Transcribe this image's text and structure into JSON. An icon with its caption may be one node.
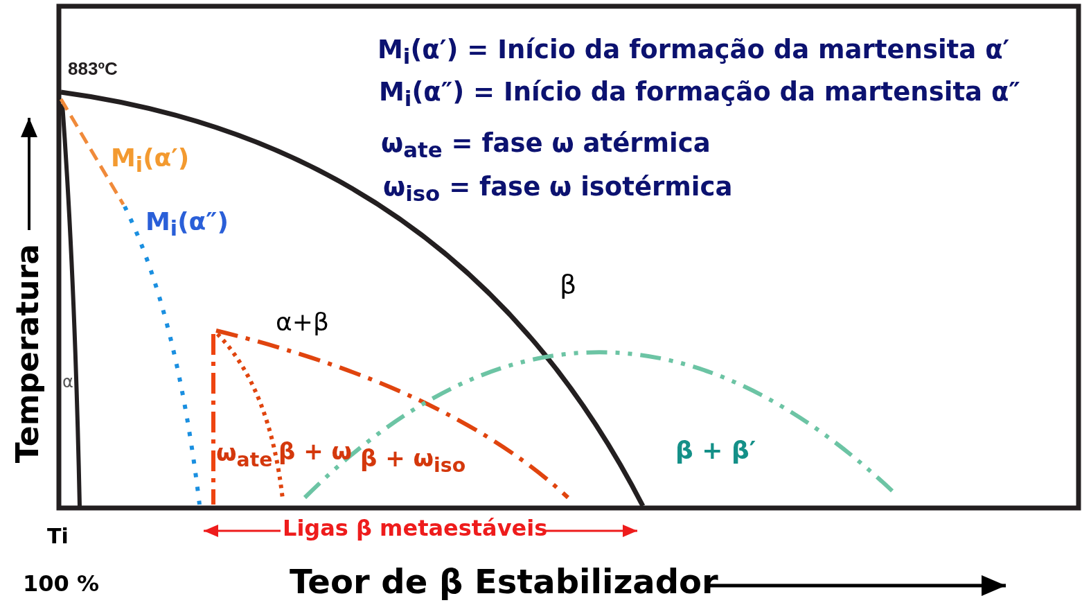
{
  "diagram": {
    "labels": [
      "M$_{i}$(α′) = Início da formação da martensita α′",
      "M$_{i}$(α″) = Início da formação da martensita α″",
      "ω$_{ate}$ = fase ω atérmica",
      "ω$_{iso}$ = fase ω isotérmica",
      "883ºC",
      "M$_{i}$(α′)",
      "M$_{i}$(α″)",
      "β",
      "α+β",
      "α",
      "ω$_{ate}$",
      "β + ω",
      "β + ω$_{iso}$",
      "β + β′",
      "Temperatura",
      "Ti",
      "Ligas β metaestáveis",
      "100 %",
      "Teor de β Estabilizador"
    ]
  }
}
